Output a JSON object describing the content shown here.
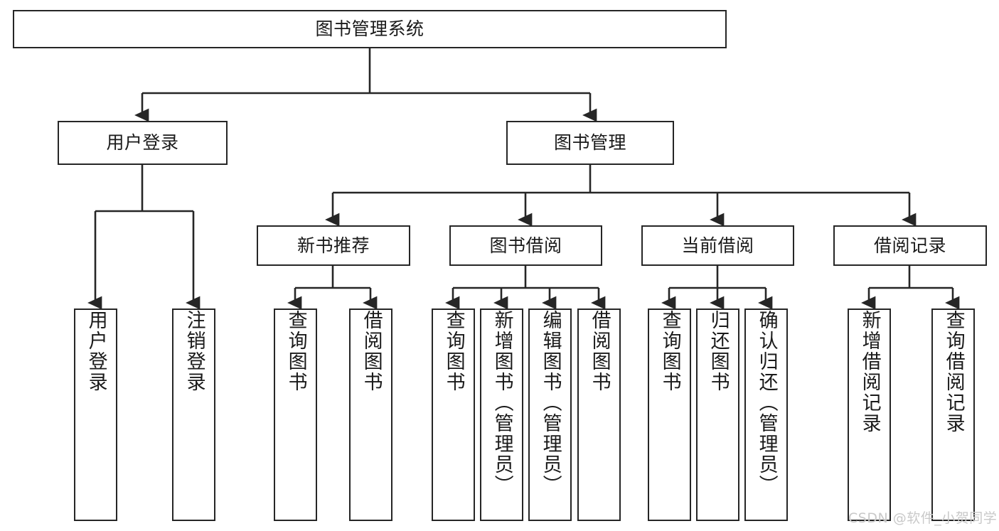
{
  "diagram": {
    "title": "图书管理系统",
    "type": "tree-hierarchy-chart",
    "watermark": "CSDN @软件_小贺同学",
    "colors": {
      "stroke": "#262626",
      "fill": "#ffffff",
      "text": "#1a1a1a",
      "watermark": "#c9c9c9"
    },
    "levels": {
      "root": {
        "label": "图书管理系统"
      },
      "level2": [
        {
          "label": "用户登录"
        },
        {
          "label": "图书管理"
        }
      ],
      "level3": [
        {
          "label": "新书推荐"
        },
        {
          "label": "图书借阅"
        },
        {
          "label": "当前借阅"
        },
        {
          "label": "借阅记录"
        }
      ],
      "level4": [
        {
          "label": "用户登录",
          "parent": "用户登录"
        },
        {
          "label": "注销登录",
          "parent": "用户登录"
        },
        {
          "label": "查询图书",
          "parent": "新书推荐"
        },
        {
          "label": "借阅图书",
          "parent": "新书推荐"
        },
        {
          "label": "查询图书",
          "parent": "图书借阅"
        },
        {
          "label": "新增图书（管理员）",
          "parent": "图书借阅"
        },
        {
          "label": "编辑图书（管理员）",
          "parent": "图书借阅"
        },
        {
          "label": "借阅图书",
          "parent": "图书借阅"
        },
        {
          "label": "查询图书",
          "parent": "当前借阅"
        },
        {
          "label": "归还图书",
          "parent": "当前借阅"
        },
        {
          "label": "确认归还（管理员）",
          "parent": "当前借阅"
        },
        {
          "label": "新增借阅记录",
          "parent": "借阅记录"
        },
        {
          "label": "查询借阅记录",
          "parent": "借阅记录"
        }
      ]
    }
  }
}
